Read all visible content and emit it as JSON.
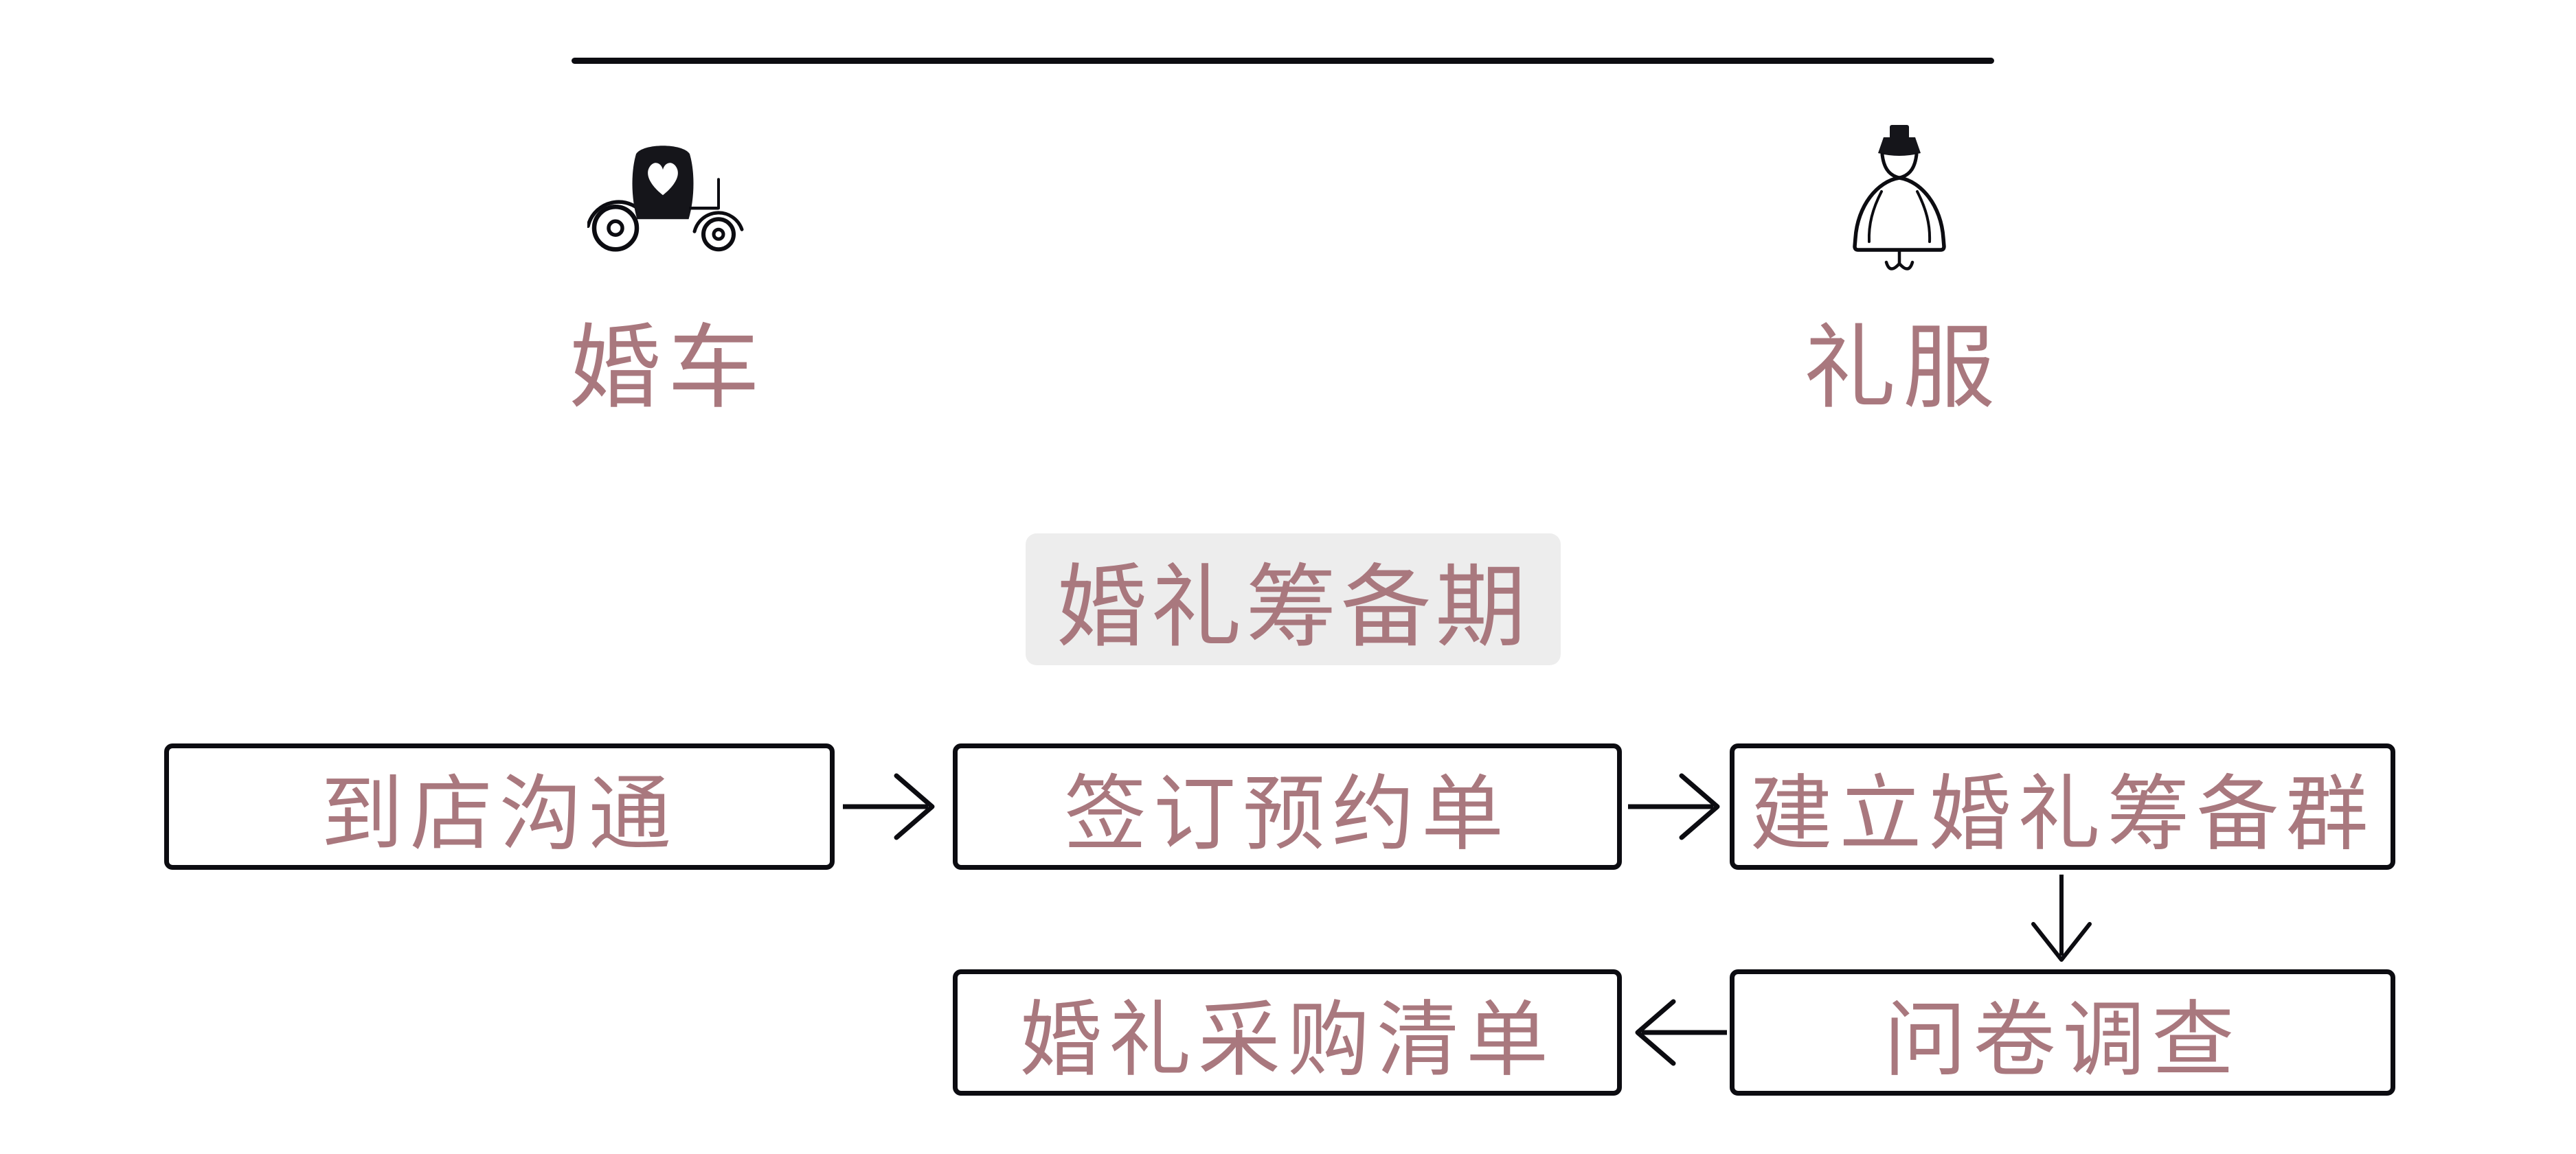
{
  "colors": {
    "accent_text": "#a9787e",
    "line_black": "#0c0c11",
    "pill_background": "#ededed",
    "box_border": "#0c0c11",
    "page_background": "#ffffff"
  },
  "legend": {
    "items": [
      {
        "icon": "wedding-carriage-icon",
        "label": "婚车"
      },
      {
        "icon": "wedding-dress-icon",
        "label": "礼服"
      }
    ]
  },
  "phase": {
    "label": "婚礼筹备期"
  },
  "flow": {
    "nodes": {
      "visit": "到店沟通",
      "sign": "签订预约单",
      "group": "建立婚礼筹备群",
      "survey": "问卷调查",
      "list": "婚礼采购清单"
    },
    "edges": [
      {
        "from": "到店沟通",
        "to": "签订预约单",
        "direction": "right"
      },
      {
        "from": "签订预约单",
        "to": "建立婚礼筹备群",
        "direction": "right"
      },
      {
        "from": "建立婚礼筹备群",
        "to": "问卷调查",
        "direction": "down"
      },
      {
        "from": "问卷调查",
        "to": "婚礼采购清单",
        "direction": "left"
      }
    ]
  }
}
